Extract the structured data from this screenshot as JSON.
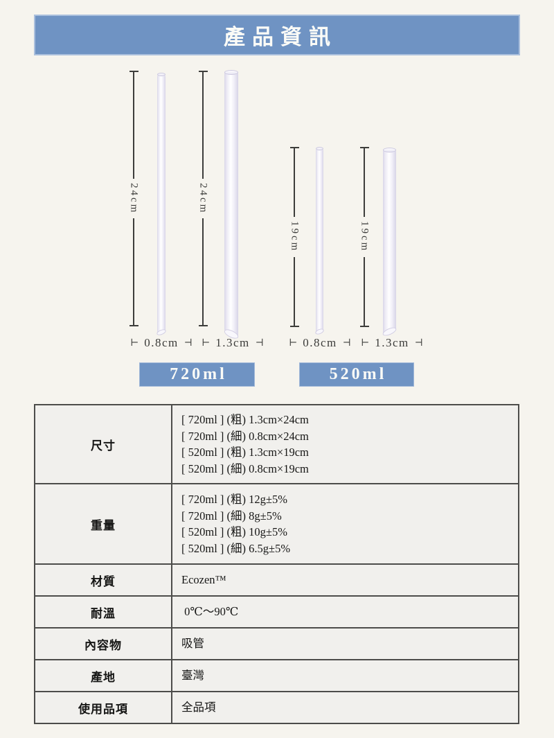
{
  "colors": {
    "accent_blue": "#6f93c3",
    "page_background": "#f6f4ee",
    "dimension_line": "#3d3d3b",
    "table_border": "#4c4c4a",
    "table_cell_bg": "#f1f0ed"
  },
  "header": {
    "title": "產品資訊"
  },
  "diagram": {
    "cap_left": "⊢",
    "cap_right": "⊣",
    "straws": [
      {
        "name": "720ml 細吸管",
        "height_label": "24cm",
        "width_label": "0.8cm"
      },
      {
        "name": "720ml 粗吸管",
        "height_label": "24cm",
        "width_label": "1.3cm"
      },
      {
        "name": "520ml 細吸管",
        "height_label": "19cm",
        "width_label": "0.8cm"
      },
      {
        "name": "520ml 粗吸管",
        "height_label": "19cm",
        "width_label": "1.3cm"
      }
    ],
    "volume_labels": [
      "720ml",
      "520ml"
    ]
  },
  "spec_table": {
    "rows": [
      {
        "label": "尺寸",
        "lines": [
          "[ 720ml ] (粗) 1.3cm×24cm",
          "[ 720ml ] (細) 0.8cm×24cm",
          "[ 520ml ] (粗) 1.3cm×19cm",
          "[ 520ml ] (細) 0.8cm×19cm"
        ]
      },
      {
        "label": "重量",
        "lines": [
          "[ 720ml ] (粗) 12g±5%",
          "[ 720ml ] (細) 8g±5%",
          "[ 520ml ] (粗) 10g±5%",
          "[ 520ml ] (細) 6.5g±5%"
        ]
      },
      {
        "label": "材質",
        "lines": [
          "Ecozen™"
        ]
      },
      {
        "label": "耐溫",
        "lines": [
          " 0℃～90℃"
        ]
      },
      {
        "label": "內容物",
        "lines": [
          "吸管"
        ]
      },
      {
        "label": "產地",
        "lines": [
          "臺灣"
        ]
      },
      {
        "label": "使用品項",
        "lines": [
          "全品項"
        ]
      }
    ]
  }
}
